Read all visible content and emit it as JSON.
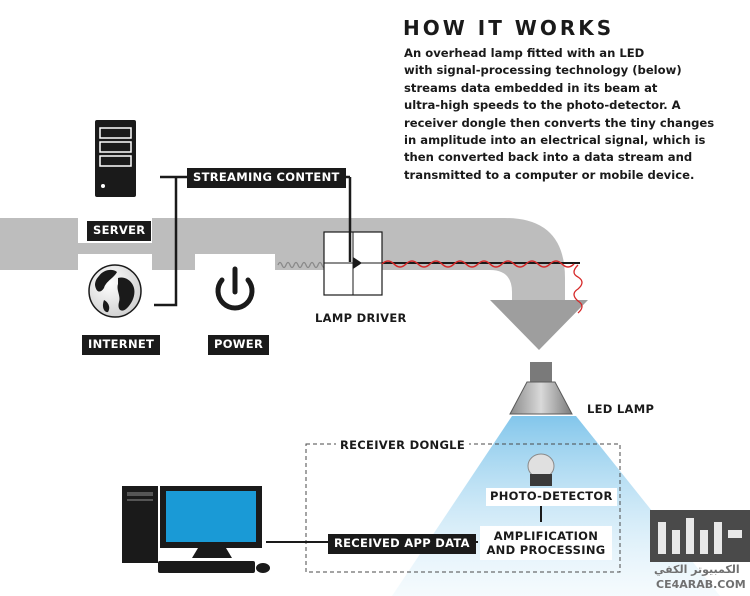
{
  "title": "HOW IT WORKS",
  "description_lines": [
    "An overhead lamp fitted with an LED",
    "with signal-processing technology (below)",
    "streams data embedded in its beam at",
    "ultra-high speeds to the photo-detector. A",
    "receiver dongle then converts the tiny changes",
    "in amplitude into an electrical signal, which is",
    "then converted back into a data stream and",
    "transmitted to a computer or mobile device."
  ],
  "nodes": {
    "server": "SERVER",
    "internet": "INTERNET",
    "power": "POWER",
    "lamp_driver": "LAMP DRIVER",
    "led_lamp": "LED LAMP",
    "receiver_dongle": "RECEIVER DONGLE",
    "photo_detector": "PHOTO-DETECTOR",
    "amplification": "AMPLIFICATION AND PROCESSING"
  },
  "edges": {
    "streaming_content": "STREAMING CONTENT",
    "received_app_data": "RECEIVED APP DATA"
  },
  "watermark": {
    "arabic": "الكمبيوتر الكفي",
    "url": "CE4ARAB.COM"
  },
  "colors": {
    "pipe": "#bdbdbd",
    "dark": "#1a1a1a",
    "beam": "#9fd3ef",
    "signal": "#d62828",
    "monitor": "#1a9ad6"
  }
}
